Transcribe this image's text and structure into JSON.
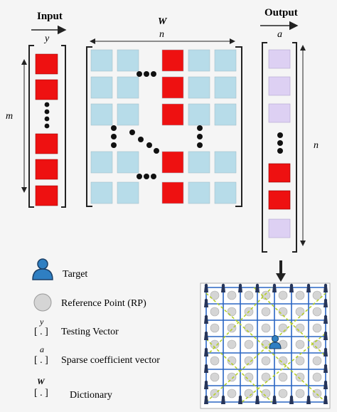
{
  "input_title": "Input",
  "output_title": "Output",
  "labels": {
    "y": "y",
    "a": "a",
    "W": "W",
    "n_top": "n",
    "m": "m",
    "n_right": "n"
  },
  "colors": {
    "red": "#ee1111",
    "light_blue": "#b7dce9",
    "lavender": "#ddd0f3",
    "dark": "#111111",
    "grid_blue": "#2a66c4",
    "rp_grey": "#d5d5d5",
    "dashed_green": "#b6d02a",
    "target_blue": "#2f7fc2"
  },
  "input_vector": [
    "red",
    "red",
    "dots",
    "red",
    "red",
    "red"
  ],
  "output_vector": [
    "lavender",
    "lavender",
    "lavender",
    "dots",
    "red",
    "red",
    "lavender"
  ],
  "legend": {
    "target": "Target",
    "rp": "Reference Point (RP)",
    "testing_symbol": "y",
    "testing_bracket": "[ . ]",
    "testing": "Testing Vector",
    "sparse_symbol": "a",
    "sparse_bracket": "[ . ]",
    "sparse": "Sparse coefficient vector",
    "dict_symbol": "W",
    "dict_bracket": "[ . ]",
    "dictionary": "Dictionary"
  }
}
